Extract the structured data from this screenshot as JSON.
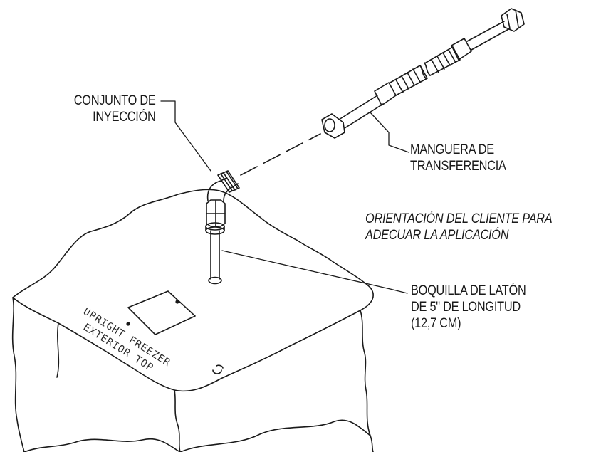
{
  "labels": {
    "injection_assembly": [
      "CONJUNTO DE",
      "INYECCIÓN"
    ],
    "transfer_hose": [
      "MANGUERA DE",
      "TRANSFERENCIA"
    ],
    "customer_note": [
      "ORIENTACIÓN DEL CLIENTE PARA",
      "ADECUAR LA APLICACIÓN"
    ],
    "brass_nozzle": [
      "BOQUILLA DE LATÓN",
      "DE 5\" DE LONGITUD",
      "(12,7 CM)"
    ]
  },
  "freezer_stamp": [
    "UPRIGHT FREEZER",
    "EXTERIOR TOP"
  ],
  "colors": {
    "ink": "#1a1a1a",
    "background": "#ffffff"
  }
}
